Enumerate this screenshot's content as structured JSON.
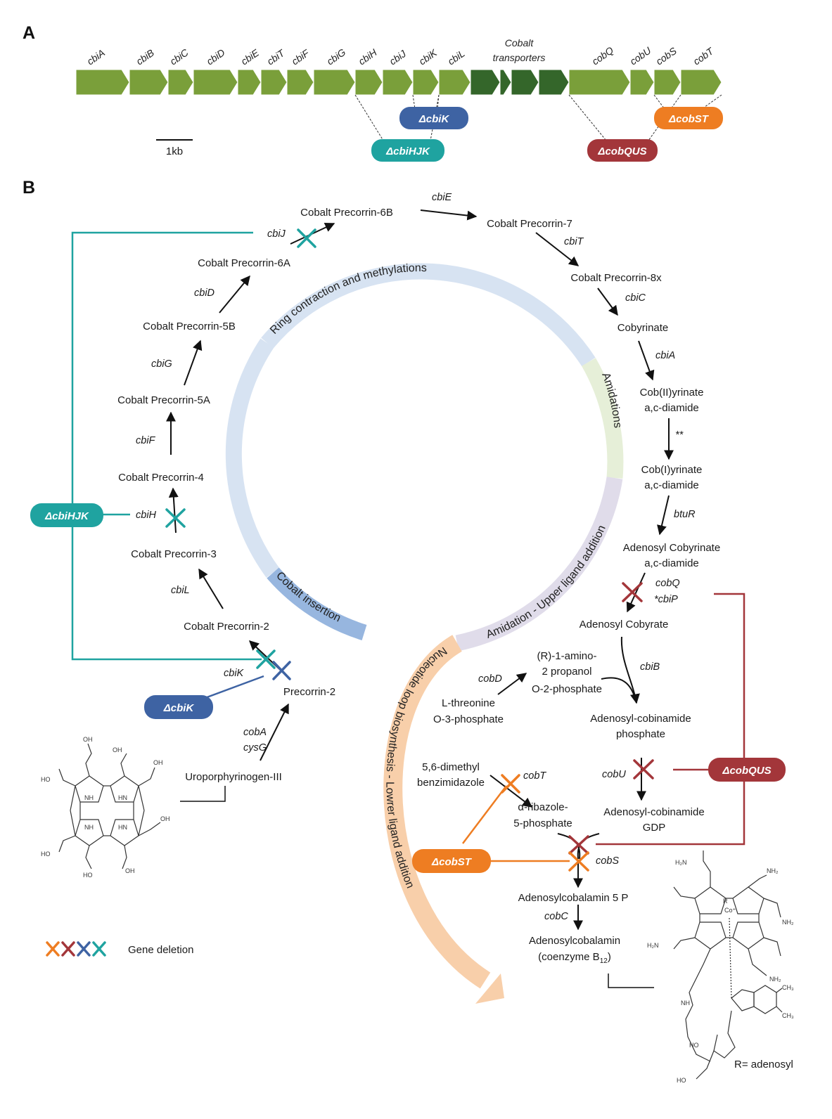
{
  "panels": {
    "a": "A",
    "b": "B"
  },
  "genes": [
    "cbiA",
    "cbiB",
    "cbiC",
    "cbiD",
    "cbiE",
    "cbiT",
    "cbiF",
    "cbiG",
    "cbiH",
    "cbiJ",
    "cbiK",
    "cbiL",
    "cobQ",
    "cobU",
    "cobS",
    "cobT"
  ],
  "transporters_label": [
    "Cobalt",
    "transporters"
  ],
  "scale_label": "1kb",
  "deletions": {
    "cbiK": "ΔcbiK",
    "cbiHJK": "ΔcbiHJK",
    "cobQUS": "ΔcobQUS",
    "cobST": "ΔcobST"
  },
  "arcs": {
    "ring": "Ring contraction and methylations",
    "amidations": "Amidations",
    "upper": "Amidation - Upper ligand addition",
    "cobalt": "Cobalt insertion",
    "lower": "Nucleotide loop biosynthesis - Lowrer ligand addition"
  },
  "intermediates": {
    "uro": "Uroporphyrinogen-III",
    "p2": "Precorrin-2",
    "cp2": "Cobalt Precorrin-2",
    "cp3": "Cobalt Precorrin-3",
    "cp4": "Cobalt Precorrin-4",
    "cp5a": "Cobalt Precorrin-5A",
    "cp5b": "Cobalt Precorrin-5B",
    "cp6a": "Cobalt Precorrin-6A",
    "cp6b": "Cobalt Precorrin-6B",
    "cp7": "Cobalt Precorrin-7",
    "cp8x": "Cobalt Precorrin-8x",
    "cobyrinate": "Cobyrinate",
    "cob2_1": "Cob(II)yrinate",
    "cob2_2": "a,c-diamide",
    "cob1_1": "Cob(I)yrinate",
    "cob1_2": "a,c-diamide",
    "ado_1": "Adenosyl Cobyrinate",
    "ado_2": "a,c-diamide",
    "adocobyrate": "Adenosyl Cobyrate",
    "amino_1": "(R)-1-amino-",
    "amino_2": "2 propanol",
    "amino_3": "O-2-phosphate",
    "thr_1": "L-threonine",
    "thr_2": "O-3-phosphate",
    "cbp_1": "Adenosyl-cobinamide",
    "cbp_2": "phosphate",
    "gdp_1": "Adenosyl-cobinamide",
    "gdp_2": "GDP",
    "dmb_1": "5,6-dimethyl",
    "dmb_2": "benzimidazole",
    "rib_1": "α-ribazole-",
    "rib_2": "5-phosphate",
    "acbl5p": "Adenosylcobalamin  5 P",
    "acbl": "Adenosylcobalamin",
    "coenz_pre": "(coenzyme B",
    "coenz_sub": "12",
    "coenz_post": ")"
  },
  "enzymes": {
    "cobA": "cobA",
    "cysG": "cysG",
    "cbiK": "cbiK",
    "cbiL": "cbiL",
    "cbiH": "cbiH",
    "cbiF": "cbiF",
    "cbiG": "cbiG",
    "cbiD": "cbiD",
    "cbiJ": "cbiJ",
    "cbiE": "cbiE",
    "cbiT": "cbiT",
    "cbiC": "cbiC",
    "cbiA": "cbiA",
    "stars": "**",
    "btuR": "btuR",
    "cobQ": "cobQ",
    "cbiP": "*cbiP",
    "cbiB": "cbiB",
    "cobD": "cobD",
    "cobU": "cobU",
    "cobT": "cobT",
    "cobS": "cobS",
    "cobC": "cobC"
  },
  "legend": {
    "label": "Gene deletion"
  },
  "r_label": "R= adenosyl",
  "colors": {
    "gene": "#7a9f3a",
    "transporter": "#34662a",
    "teal": "#1fa3a0",
    "blue": "#3e63a3",
    "red": "#a3363a",
    "orange": "#ee7d22",
    "ring": "#d7e3f2",
    "amid": "#e6efd8",
    "upper": "#e0dcea",
    "cobalt": "#97b6df",
    "lower": "#f8cfaa"
  }
}
